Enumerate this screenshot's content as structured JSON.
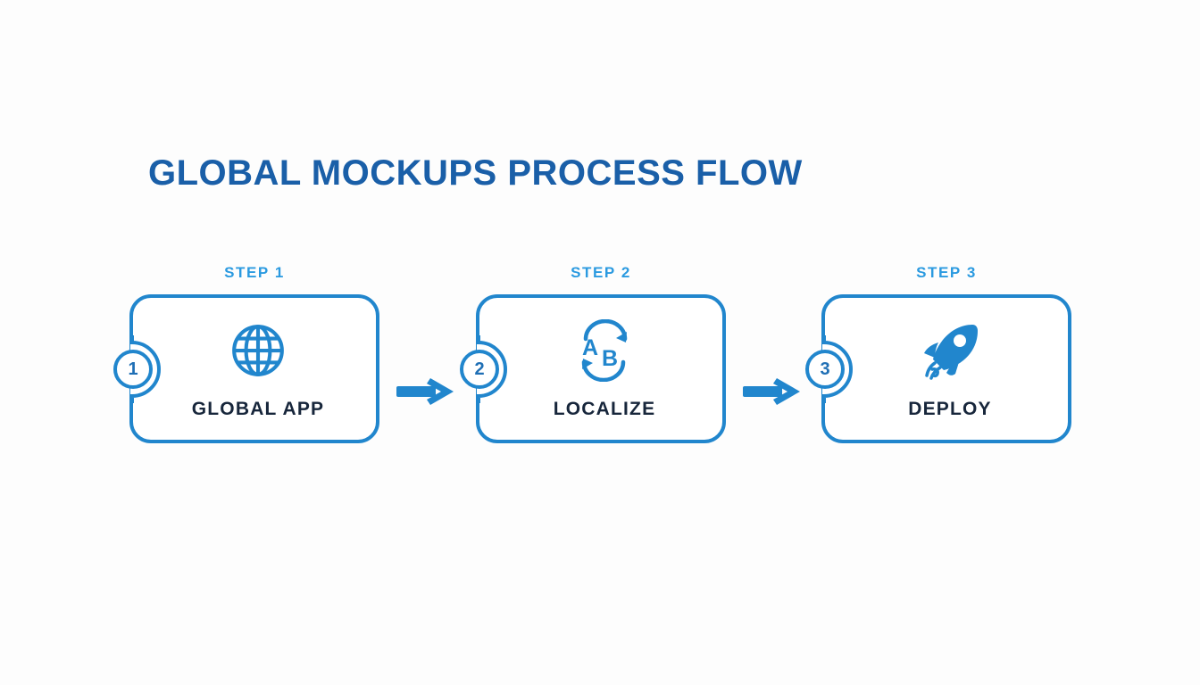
{
  "page": {
    "title": "GLOBAL MOCKUPS PROCESS FLOW",
    "background_color": "#fdfdfd"
  },
  "colors": {
    "title_blue": "#1a5fa8",
    "kicker_blue": "#2b9ae0",
    "card_border_blue": "#2186cd",
    "icon_blue": "#2186cd",
    "label_navy": "#17263b",
    "arrow_blue": "#2186cd",
    "card_fill": "#ffffff"
  },
  "flow": {
    "steps": [
      {
        "kicker": "STEP 1",
        "badge": "1",
        "label": "GLOBAL APP",
        "icon": "globe-icon"
      },
      {
        "kicker": "STEP 2",
        "badge": "2",
        "label": "LOCALIZE",
        "icon": "translate-ab-icon",
        "icon_letters": {
          "from": "A",
          "to": "B"
        }
      },
      {
        "kicker": "STEP 3",
        "badge": "3",
        "label": "DEPLOY",
        "icon": "rocket-icon"
      }
    ],
    "connectors": [
      {
        "icon": "arrow-right-icon"
      },
      {
        "icon": "arrow-right-icon"
      }
    ]
  }
}
